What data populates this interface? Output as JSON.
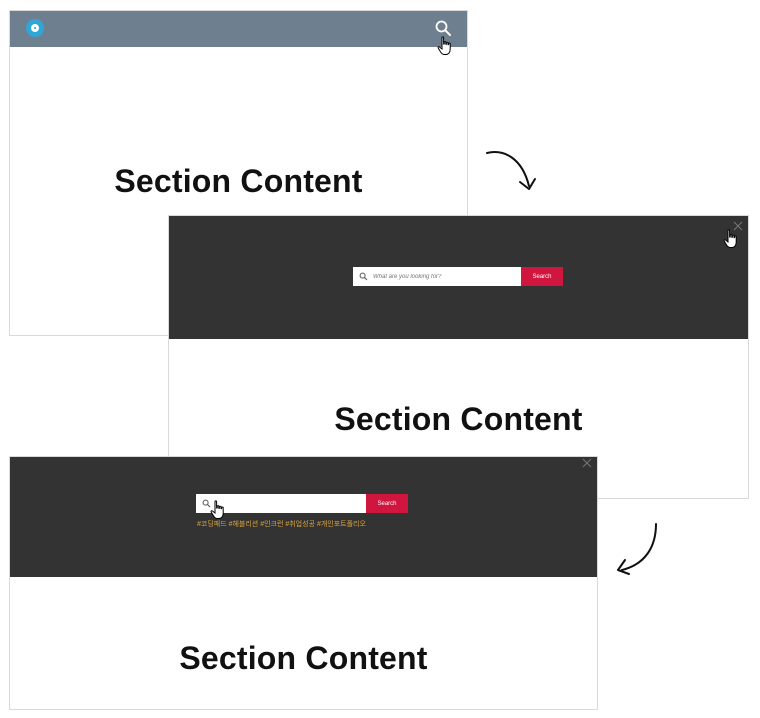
{
  "colors": {
    "header_bg": "#6e7f8f",
    "logo": "#2ea6d8",
    "overlay_bg": "#333333",
    "search_button": "#d0163f",
    "tags": "#d9a441"
  },
  "icons": {
    "logo": "logo-icon",
    "search": "search-icon",
    "close": "close-icon",
    "cursor": "hand-pointer-icon",
    "arrow": "curved-arrow-icon"
  },
  "frame1": {
    "section_title": "Section Content"
  },
  "frame2": {
    "search": {
      "placeholder": "What are you looking for?",
      "button_label": "Search"
    },
    "section_title": "Section Content"
  },
  "frame3": {
    "search": {
      "placeholder": "",
      "button_label": "Search"
    },
    "tags": "#코딩패드 #헤블리션 #인크런 #취업성공 #개인포트폴리오",
    "section_title": "Section Content"
  }
}
